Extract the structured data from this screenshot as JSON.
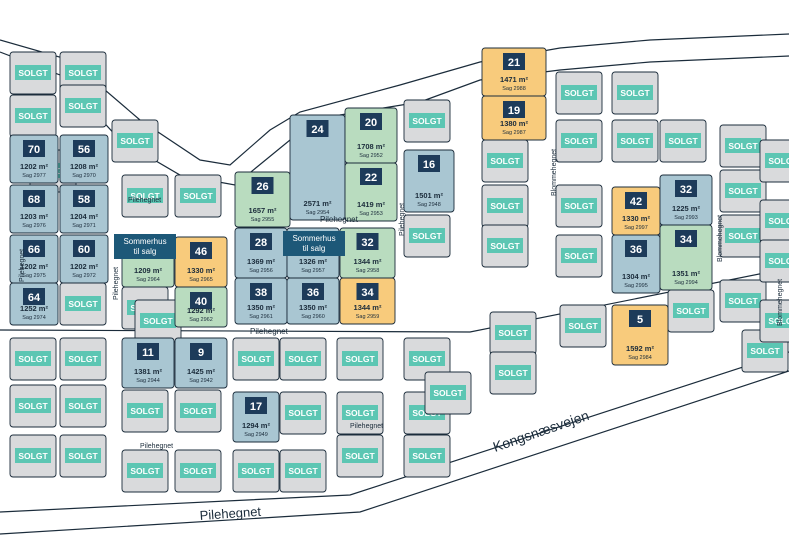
{
  "colors": {
    "sold_plot": "#d9dadc",
    "available_blue": "#a9c6d2",
    "available_green": "#b9dcbf",
    "available_orange": "#f8cb7c",
    "sold_badge": "#5cc6b3",
    "number_badge": "#1d3b5a",
    "road_line": "#1b2c3b"
  },
  "labels": {
    "sold": "SOLGT",
    "summerhouse": "Sommerhus til salg"
  },
  "roads": [
    {
      "name": "Pilehegnet",
      "id": "pilehegnet-main"
    },
    {
      "name": "Kongsnæsvejen",
      "id": "kongsnaesvejen"
    },
    {
      "name": "Pilehegnet",
      "id": "pilehegnet-inner-1"
    },
    {
      "name": "Pilehegnet",
      "id": "pilehegnet-inner-2"
    },
    {
      "name": "Pilehegnet",
      "id": "pilehegnet-inner-3"
    },
    {
      "name": "Pilehegnet",
      "id": "pilehegnet-inner-4"
    },
    {
      "name": "Pilehegnet",
      "id": "pilehegnet-inner-5"
    },
    {
      "name": "Pilehegnet",
      "id": "pilehegnet-inner-6"
    },
    {
      "name": "Pilehegnet",
      "id": "pilehegnet-inner-7"
    },
    {
      "name": "Pilehegnet",
      "id": "pilehegnet-inner-8"
    },
    {
      "name": "Blommehegnet",
      "id": "blommehegnet-1"
    },
    {
      "name": "Blommehegnet",
      "id": "blommehegnet-2"
    },
    {
      "name": "Blommehegnet",
      "id": "blommehegnet-3"
    }
  ],
  "plots": [
    {
      "number": "70",
      "area": "1202 m²",
      "case": "Sag 2977",
      "status": "blue"
    },
    {
      "number": "56",
      "area": "1208 m²",
      "case": "Sag 2970",
      "status": "blue"
    },
    {
      "number": "68",
      "area": "1203 m²",
      "case": "Sag 2976",
      "status": "blue"
    },
    {
      "number": "58",
      "area": "1204 m²",
      "case": "Sag 2971",
      "status": "blue"
    },
    {
      "number": "66",
      "area": "1202 m²",
      "case": "Sag 2975",
      "status": "blue"
    },
    {
      "number": "60",
      "area": "1202 m²",
      "case": "Sag 2972",
      "status": "blue"
    },
    {
      "number": "64",
      "area": "1252 m²",
      "case": "Sag 2974",
      "status": "blue"
    },
    {
      "number": "",
      "area": "1209 m²",
      "case": "Sag 2964",
      "status": "green"
    },
    {
      "number": "46",
      "area": "1330 m²",
      "case": "Sag 2965",
      "status": "orange"
    },
    {
      "number": "40",
      "area": "1292 m²",
      "case": "Sag 2962",
      "status": "green"
    },
    {
      "number": "26",
      "area": "1657 m²",
      "case": "Sag 2955",
      "status": "green"
    },
    {
      "number": "24",
      "area": "2571 m²",
      "case": "Sag 2954",
      "status": "blue"
    },
    {
      "number": "20",
      "area": "1708 m²",
      "case": "Sag 2952",
      "status": "green"
    },
    {
      "number": "22",
      "area": "1419 m²",
      "case": "Sag 2953",
      "status": "green"
    },
    {
      "number": "28",
      "area": "1369 m²",
      "case": "Sag 2956",
      "status": "blue"
    },
    {
      "number": "",
      "area": "1326 m²",
      "case": "Sag 2957",
      "status": "blue"
    },
    {
      "number": "32",
      "area": "1344 m²",
      "case": "Sag 2958",
      "status": "green"
    },
    {
      "number": "38",
      "area": "1350 m²",
      "case": "Sag 2961",
      "status": "blue"
    },
    {
      "number": "36",
      "area": "1350 m²",
      "case": "Sag 2960",
      "status": "blue"
    },
    {
      "number": "34",
      "area": "1344 m²",
      "case": "Sag 2959",
      "status": "orange"
    },
    {
      "number": "16",
      "area": "1501 m²",
      "case": "Sag 2948",
      "status": "blue"
    },
    {
      "number": "11",
      "area": "1381 m²",
      "case": "Sag 2944",
      "status": "blue"
    },
    {
      "number": "9",
      "area": "1425 m²",
      "case": "Sag 2942",
      "status": "blue"
    },
    {
      "number": "17",
      "area": "1294 m²",
      "case": "Sag 2949",
      "status": "blue"
    },
    {
      "number": "21",
      "area": "1471 m²",
      "case": "Sag 2988",
      "status": "orange"
    },
    {
      "number": "19",
      "area": "1380 m²",
      "case": "Sag 2987",
      "status": "orange"
    },
    {
      "number": "42",
      "area": "1330 m²",
      "case": "Sag 2997",
      "status": "orange"
    },
    {
      "number": "32",
      "area": "1225 m²",
      "case": "Sag 2993",
      "status": "blue"
    },
    {
      "number": "36",
      "area": "1304 m²",
      "case": "Sag 2995",
      "status": "blue"
    },
    {
      "number": "34",
      "area": "1351 m²",
      "case": "Sag 2994",
      "status": "green"
    },
    {
      "number": "5",
      "area": "1592 m²",
      "case": "Sag 2984",
      "status": "orange"
    }
  ],
  "sold_count": 62
}
